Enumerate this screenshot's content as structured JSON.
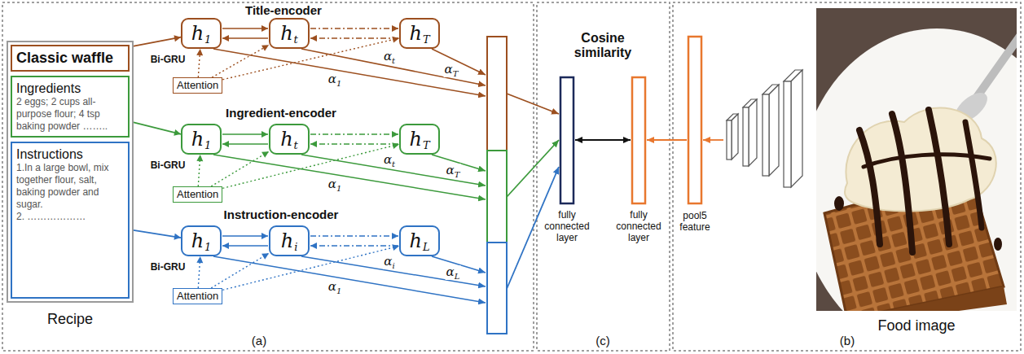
{
  "diagram": {
    "nodes": [
      {
        "text": [
          "Recipe"
        ]
      },
      {
        "text": [
          "Classic waffle"
        ],
        "in": 0
      },
      {
        "text": [
          "Ingredients",
          "2 eggs; 2 cups all-purpose flour; 4 tsp baking powder …….."
        ],
        "in": 0
      },
      {
        "text": [
          "Instructions",
          "1.In a large bowl, mix together flour, salt, baking powder and sugar.",
          "2. ………………"
        ],
        "in": 0
      },
      {
        "text": [
          "h",
          "1"
        ]
      },
      {
        "text": [
          "h",
          "t"
        ]
      },
      {
        "text": [
          "h",
          "T"
        ]
      },
      {
        "text": [
          "Attention"
        ]
      },
      {
        "text": [
          "h",
          "1"
        ]
      },
      {
        "text": [
          "h",
          "t"
        ]
      },
      {
        "text": [
          "h",
          "T"
        ]
      },
      {
        "text": [
          "Attention"
        ]
      },
      {
        "text": [
          "h",
          "1"
        ]
      },
      {
        "text": [
          "h",
          "i"
        ]
      },
      {
        "text": [
          "h",
          "L"
        ]
      },
      {
        "text": [
          "Attention"
        ]
      }
    ],
    "edges": [
      {
        "from": 1,
        "to": 4,
        "arrow": "to"
      },
      {
        "from": 2,
        "to": 8,
        "arrow": "to"
      },
      {
        "from": 3,
        "to": 12,
        "arrow": "to"
      },
      {
        "from": 4,
        "to": 5,
        "arrow": "both"
      },
      {
        "from": 5,
        "to": 6,
        "arrow": "both"
      },
      {
        "from": 7,
        "to": 4,
        "arrow": "to"
      },
      {
        "from": 7,
        "to": 5,
        "arrow": "to"
      },
      {
        "from": 7,
        "to": 6,
        "arrow": "to"
      },
      {
        "from": 8,
        "to": 9,
        "arrow": "both"
      },
      {
        "from": 9,
        "to": 10,
        "arrow": "both"
      },
      {
        "from": 11,
        "to": 8,
        "arrow": "to"
      },
      {
        "from": 11,
        "to": 9,
        "arrow": "to"
      },
      {
        "from": 11,
        "to": 10,
        "arrow": "to"
      },
      {
        "from": 12,
        "to": 13,
        "arrow": "both"
      },
      {
        "from": 13,
        "to": 14,
        "arrow": "both"
      },
      {
        "from": 15,
        "to": 12,
        "arrow": "to"
      },
      {
        "from": 15,
        "to": 13,
        "arrow": "to"
      },
      {
        "from": 15,
        "to": 14,
        "arrow": "to"
      }
    ],
    "labels": [
      "Title-encoder",
      "Bi-GRU",
      "α",
      "1",
      "α",
      "t",
      "α",
      "T",
      "Ingredient-encoder",
      "Bi-GRU",
      "α",
      "1",
      "α",
      "t",
      "α",
      "T",
      "Instruction-encoder",
      "Bi-GRU",
      "α",
      "1",
      "α",
      "i",
      "α",
      "L",
      "Cosine similarity",
      "fully connected layer",
      "fully connected layer",
      "pool5 feature",
      "Food image",
      "(a)",
      "(c)",
      "(b)"
    ]
  }
}
